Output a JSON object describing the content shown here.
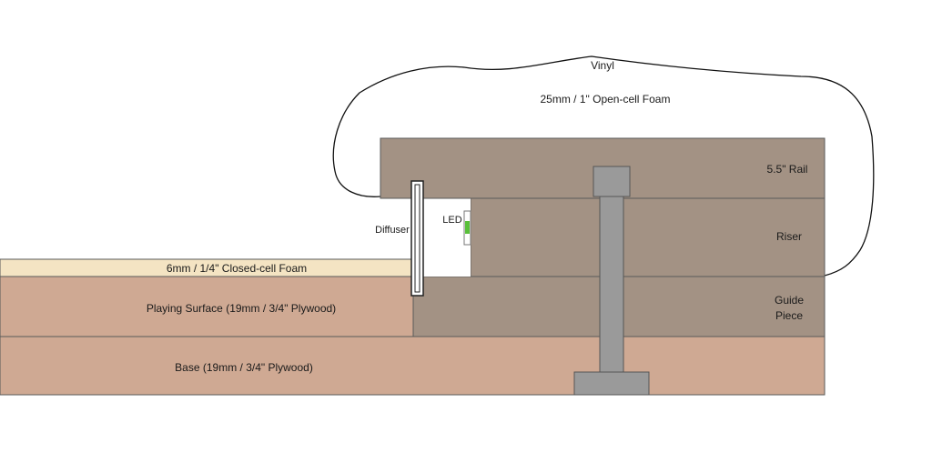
{
  "labels": {
    "vinyl": "Vinyl",
    "open_cell_foam": "25mm / 1\" Open-cell Foam",
    "rail": "5.5\" Rail",
    "riser": "Riser",
    "guide_piece_line1": "Guide",
    "guide_piece_line2": "Piece",
    "diffuser": "Diffuser",
    "led": "LED",
    "closed_cell_foam": "6mm / 1/4\" Closed-cell Foam",
    "playing_surface": "Playing Surface (19mm / 3/4\" Plywood)",
    "base": "Base (19mm / 3/4\" Plywood)"
  },
  "colors": {
    "rail_wood": "#a39284",
    "plywood": "#cfa993",
    "closed_foam": "#f4e4c3",
    "bolt": "#9a9a9a",
    "led_green": "#59c03a",
    "outline": "#5a5a5a"
  }
}
